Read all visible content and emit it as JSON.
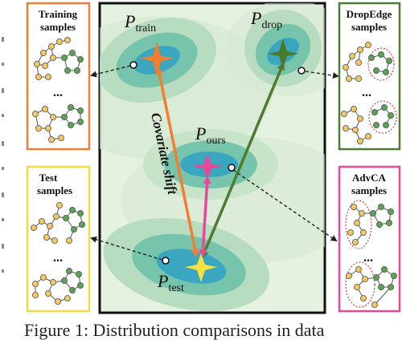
{
  "panels": {
    "training": {
      "title_line1": "Training",
      "title_line2": "samples",
      "ellipsis": "...",
      "border": "#f07f32"
    },
    "dropedge": {
      "title_line1": "DropEdge",
      "title_line2": "samples",
      "ellipsis": "...",
      "border": "#4f7a32"
    },
    "test": {
      "title_line1": "Test",
      "title_line2": "samples",
      "ellipsis": "...",
      "border": "#f3dc3c"
    },
    "advca": {
      "title_line1": "AdvCA",
      "title_line2": "samples",
      "ellipsis": "...",
      "border": "#e8489a"
    }
  },
  "distributions": {
    "train": {
      "symbol": "P",
      "subscript": "train",
      "star_color": "#f07f32"
    },
    "drop": {
      "symbol": "P",
      "subscript": "drop",
      "star_color": "#4f7a32"
    },
    "ours": {
      "symbol": "P",
      "subscript": "ours",
      "star_color": "#e8489a"
    },
    "test": {
      "symbol": "P",
      "subscript": "test",
      "star_color": "#f8e040"
    }
  },
  "shift_label": "Covariate shift",
  "caption": "Figure 1: Distribution comparisons in data",
  "colors": {
    "background": "#e5f1e1",
    "contour_outer": "#b7dcc0",
    "contour_mid": "#77c4ad",
    "contour_inner": "#3aa6c0",
    "node_yellow": "#f1c764",
    "node_green": "#5aa254",
    "arrow_orange": "#f07f32",
    "arrow_green": "#4f7a32",
    "arrow_pink": "#e8489a"
  }
}
